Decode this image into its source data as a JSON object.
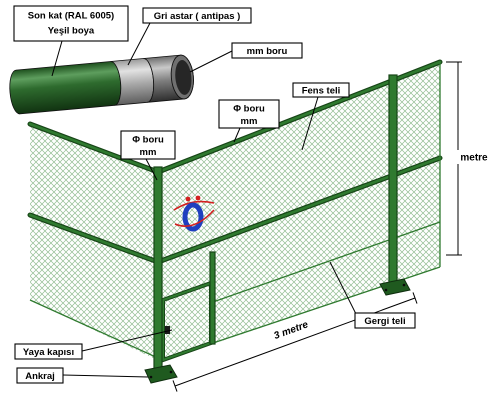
{
  "labels": {
    "topcoat_line1": "Son kat (RAL 6005)",
    "topcoat_line2": "Yeşil boya",
    "primer": "Gri astar ( antipas )",
    "pipe_mm": "mm boru",
    "mesh": "Fens teli",
    "rail_pipe_line1": "Φ boru",
    "rail_pipe_line2": "mm",
    "post_pipe_line1": "Φ boru",
    "post_pipe_line2": "mm",
    "tension_wire": "Gergi teli",
    "gate": "Yaya kapısı",
    "anchor": "Ankraj"
  },
  "dimensions": {
    "height": "metre",
    "panel_width": "3 metre"
  },
  "logo": {
    "text": "Ö"
  },
  "colors": {
    "fence_green": "#2f7a2f",
    "fence_dark": "#174517",
    "mesh": "#93bd93",
    "logo_blue": "#1f3fbf",
    "logo_red": "#d42020"
  }
}
